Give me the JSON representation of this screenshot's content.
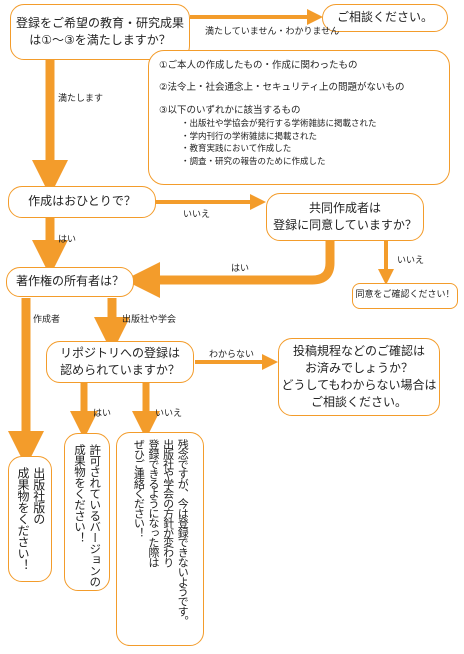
{
  "nodes": {
    "q1": [
      "登録をご希望の教育・研究成果",
      "は①～③を満たしますか？"
    ],
    "consult": "ご相談ください。",
    "conditions": {
      "c1": "①ご本人の作成したもの・作成に関わったもの",
      "c2": "②法令上・社会通念上・セキュリティ上の問題がないもの",
      "c3": "③以下のいずれかに該当するもの",
      "c3_items": [
        "・出版社や学協会が発行する学術雑誌に掲載された",
        "・学内刊行の学術雑誌に掲載された",
        "・教育実践において作成した",
        "・調査・研究の報告のために作成した"
      ]
    },
    "q2": "作成はおひとりで？",
    "q3": [
      "共同作成者は",
      "登録に同意していますか？"
    ],
    "confirm_consent": "同意をご確認ください！",
    "q4": "著作権の所有者は？",
    "q5": [
      "リポジトリへの登録は",
      "認められていますか？"
    ],
    "check_rules": [
      "投稿規程などのご確認は",
      "お済みでしょうか？",
      "どうしてもわからない場合は",
      "ご相談ください。"
    ],
    "publisher_version": [
      "出版社版の",
      "成果物をください！"
    ],
    "permitted_version": [
      "許可されているバージョンの",
      "成果物をください！"
    ],
    "not_now": [
      "残念ですが、今は登録できないようです。",
      "出版社や学会の方針が変わり",
      "登録できるようになった際は",
      "ぜひご連絡ください！"
    ]
  },
  "labels": {
    "not_satisfied": "満たしていません・わかりません",
    "satisfied": "満たします",
    "no_alone": "いいえ",
    "yes_alone": "はい",
    "yes_consent": "はい",
    "no_consent": "いいえ",
    "author": "作成者",
    "publisher": "出版社や学会",
    "unknown": "わからない",
    "yes_repo": "はい",
    "no_repo": "いいえ"
  },
  "colors": {
    "box_border": "#f39c2b",
    "arrow": "#f39c2b",
    "text": "#222222"
  }
}
